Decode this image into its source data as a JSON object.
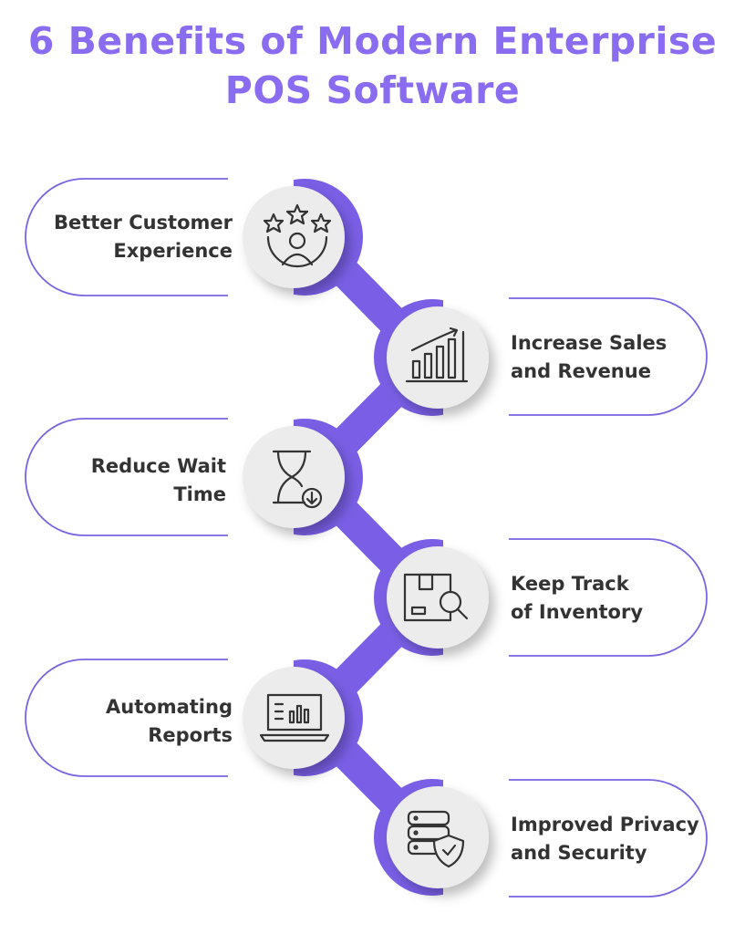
{
  "title_line1": "6 Benefits of Modern Enterprise",
  "title_line2": "POS Software",
  "accent_color": "#7a5fe6",
  "benefits": [
    {
      "line1": "Better Customer",
      "line2": "Experience",
      "icon": "customer-rating-icon"
    },
    {
      "line1": "Increase Sales",
      "line2": "and Revenue",
      "icon": "growth-chart-icon"
    },
    {
      "line1": "Reduce Wait",
      "line2": "Time",
      "icon": "hourglass-icon"
    },
    {
      "line1": "Keep Track",
      "line2": "of Inventory",
      "icon": "inventory-search-icon"
    },
    {
      "line1": "Automating",
      "line2": "Reports",
      "icon": "laptop-report-icon"
    },
    {
      "line1": "Improved Privacy",
      "line2": "and Security",
      "icon": "database-shield-icon"
    }
  ]
}
